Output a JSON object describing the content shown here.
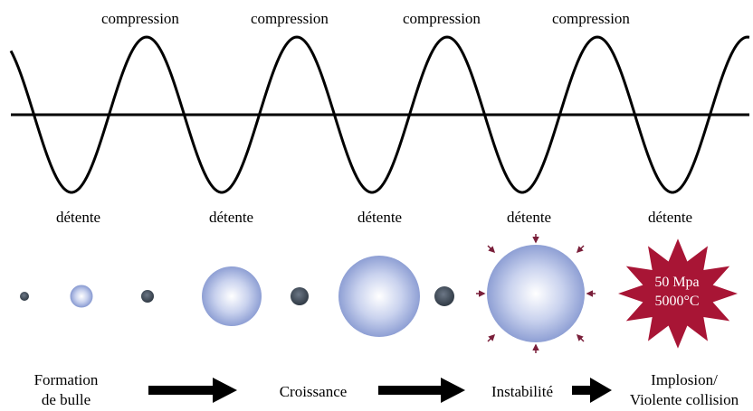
{
  "wave": {
    "compression_labels": [
      "compression",
      "compression",
      "compression",
      "compression"
    ],
    "detente_labels": [
      "détente",
      "détente",
      "détente",
      "détente",
      "détente"
    ]
  },
  "stages": {
    "formation": [
      "Formation",
      "de bulle"
    ],
    "croissance": "Croissance",
    "instabilite": "Instabilité",
    "implosion": [
      "Implosion/",
      "Violente collision"
    ]
  },
  "burst": {
    "pressure": "50 Mpa",
    "temperature": "5000°C"
  },
  "colors": {
    "wave": "#000000",
    "bubble_center": "#ffffff",
    "bubble_edge": "#8e9fd4",
    "small_bubble": "#3a4552",
    "pressure_arrow": "#7a1f3a",
    "burst": "#a81535"
  }
}
